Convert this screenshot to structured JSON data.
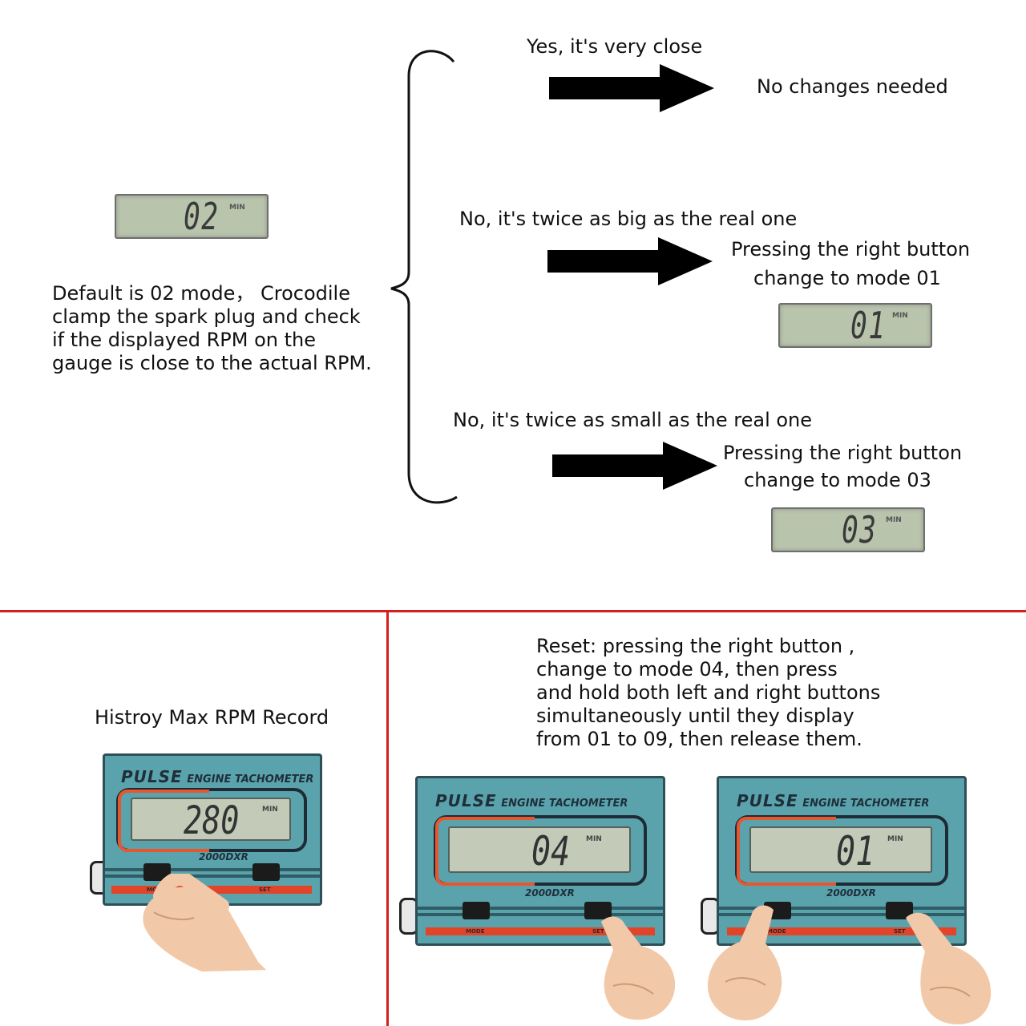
{
  "top": {
    "default_lcd": {
      "value": "02",
      "unit": "MIN"
    },
    "default_text": [
      "Default is 02 mode， Crocodile",
      "clamp the spark plug and check",
      "if the displayed RPM on the",
      "gauge is close to the actual RPM."
    ],
    "branch1": {
      "question": "Yes, it's very close",
      "result": "No changes needed"
    },
    "branch2": {
      "question": "No, it's twice as big as the real one",
      "result_lines": [
        "Pressing the right button",
        "change to mode 01"
      ],
      "lcd": {
        "value": "01",
        "unit": "MIN"
      }
    },
    "branch3": {
      "question": "No, it's twice as small as the real one",
      "result_lines": [
        "Pressing the right button",
        "change to mode 03"
      ],
      "lcd": {
        "value": "03",
        "unit": "MIN"
      }
    }
  },
  "bottom_left": {
    "title": "Histroy Max RPM Record",
    "device": {
      "brand": "PULSE",
      "subtitle": "ENGINE TACHOMETER",
      "value": "280",
      "unit": "MIN",
      "model": "2000DXR",
      "mode_label": "MODE",
      "set_label": "SET"
    }
  },
  "bottom_right": {
    "text": [
      "Reset: pressing the right button ,",
      "change to mode 04, then press",
      "and hold both left and right buttons",
      "simultaneously until they display",
      "from 01 to 09, then release them."
    ],
    "device1": {
      "brand": "PULSE",
      "subtitle": "ENGINE TACHOMETER",
      "value": "04",
      "unit": "MIN",
      "model": "2000DXR",
      "mode_label": "MODE",
      "set_label": "SET"
    },
    "device2": {
      "brand": "PULSE",
      "subtitle": "ENGINE TACHOMETER",
      "value": "01",
      "unit": "MIN",
      "model": "2000DXR",
      "mode_label": "MODE",
      "set_label": "SET"
    }
  },
  "colors": {
    "divider": "#d41f1f",
    "device_body": "#5aa3ad",
    "lcd": "#b9c4ad",
    "accent_orange": "#e8562e"
  }
}
